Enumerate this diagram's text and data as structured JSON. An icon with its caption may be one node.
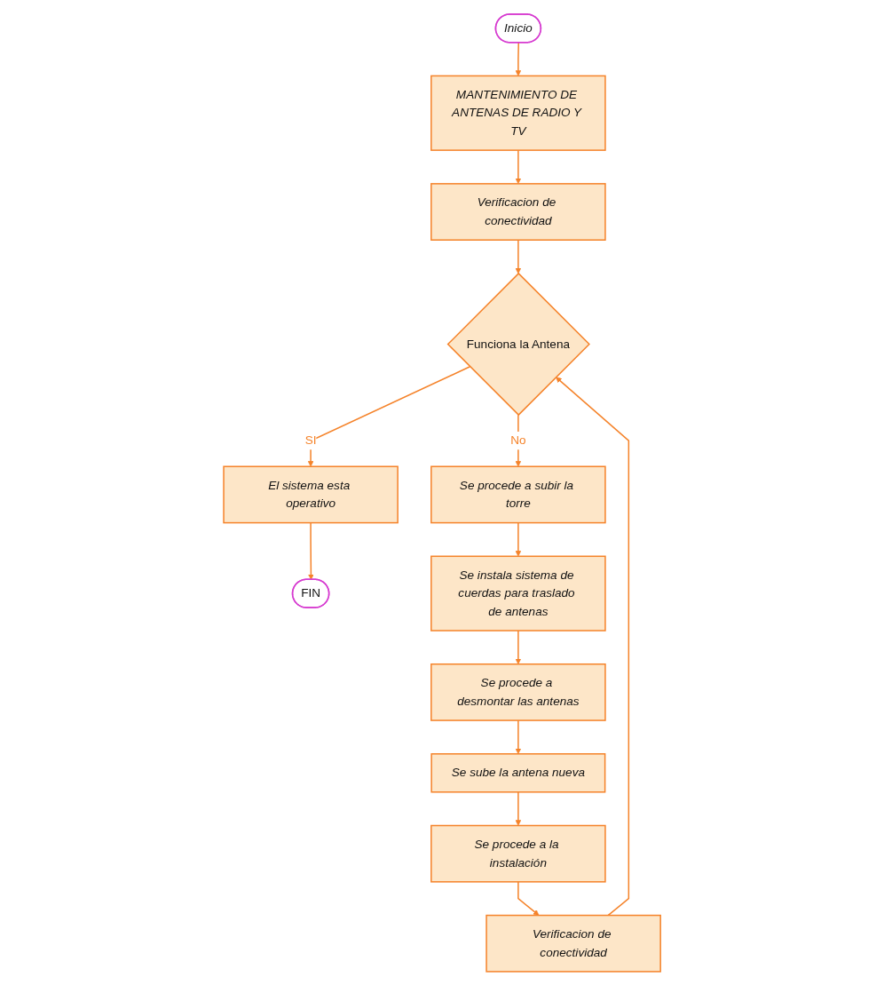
{
  "diagram": {
    "nodes": [
      {
        "text": [
          "Inicio"
        ]
      },
      {
        "text": [
          "MANTENIMIENTO DE ANTENAS DE RADIO Y TV"
        ]
      },
      {
        "text": [
          "Verificacion de conectividad"
        ]
      },
      {
        "text": [
          "Funciona la Antena"
        ]
      },
      {
        "text": [
          "El sistema esta operativo"
        ]
      },
      {
        "text": [
          "FIN"
        ]
      },
      {
        "text": [
          "Se procede a subir la torre"
        ]
      },
      {
        "text": [
          "Se instala sistema de cuerdas para traslado de antenas"
        ]
      },
      {
        "text": [
          "Se procede a desmontar las antenas"
        ]
      },
      {
        "text": [
          "Se sube la antena nueva"
        ]
      },
      {
        "text": [
          "Se procede a la instalación"
        ]
      },
      {
        "text": [
          "Verificacion de conectividad"
        ]
      }
    ],
    "edges": [
      {
        "from": 0,
        "to": 1,
        "arrow": "to"
      },
      {
        "from": 1,
        "to": 2,
        "arrow": "to"
      },
      {
        "from": 2,
        "to": 3,
        "arrow": "to"
      },
      {
        "from": 3,
        "to": 6,
        "label": "No",
        "arrow": "to"
      },
      {
        "from": 3,
        "to": 4,
        "label": "SI",
        "arrow": "to"
      },
      {
        "from": 4,
        "to": 5,
        "arrow": "to"
      },
      {
        "from": 6,
        "to": 7,
        "arrow": "to"
      },
      {
        "from": 7,
        "to": 8,
        "arrow": "to"
      },
      {
        "from": 8,
        "to": 9,
        "arrow": "to"
      },
      {
        "from": 9,
        "to": 10,
        "arrow": "to"
      },
      {
        "from": 10,
        "to": 11,
        "arrow": "to"
      },
      {
        "from": 11,
        "to": 3,
        "arrow": "to"
      }
    ]
  }
}
